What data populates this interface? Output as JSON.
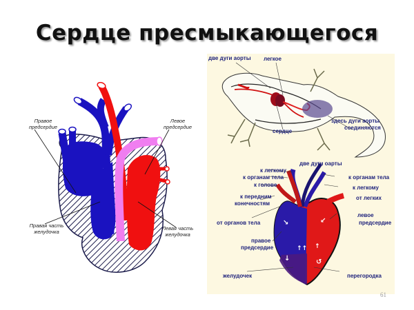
{
  "slide": {
    "title": "Сердце пресмыкающегося",
    "page_number": "61"
  },
  "left_diagram": {
    "labels": {
      "right_atrium": "Правое предсердие",
      "left_atrium": "Левое предсердие",
      "right_ventricle_part": "Правая часть желудочка",
      "left_ventricle_part": "Левая часть желудочка"
    },
    "colors": {
      "venous": "#1a12c0",
      "arterial": "#f01010",
      "mixed": "#f07ef0"
    }
  },
  "right_diagram": {
    "lizard_labels": {
      "two_aortic_arches": "две дуги аорты",
      "lung": "легкое",
      "heart": "сердце",
      "arches_join_1": "здесь дуги аорты",
      "arches_join_2": "соединяются"
    },
    "heart_labels": {
      "two_aortic_arches": "две дуги оарты",
      "to_lung_left": "к легкому",
      "to_body_left": "к органам тела",
      "to_head": "к голове",
      "to_forelimbs_1": "к передним",
      "to_forelimbs_2": "конечностям",
      "from_body": "от органов тела",
      "right_atrium_1": "правое",
      "right_atrium_2": "предсердие",
      "ventricle": "желудочек",
      "to_body_right": "к органам тела",
      "to_lung_right": "к легкому",
      "from_lungs": "от легких",
      "left_atrium_1": "левое",
      "left_atrium_2": "предсердие",
      "septum": "перегородка"
    },
    "background": "#fdf8e1"
  }
}
